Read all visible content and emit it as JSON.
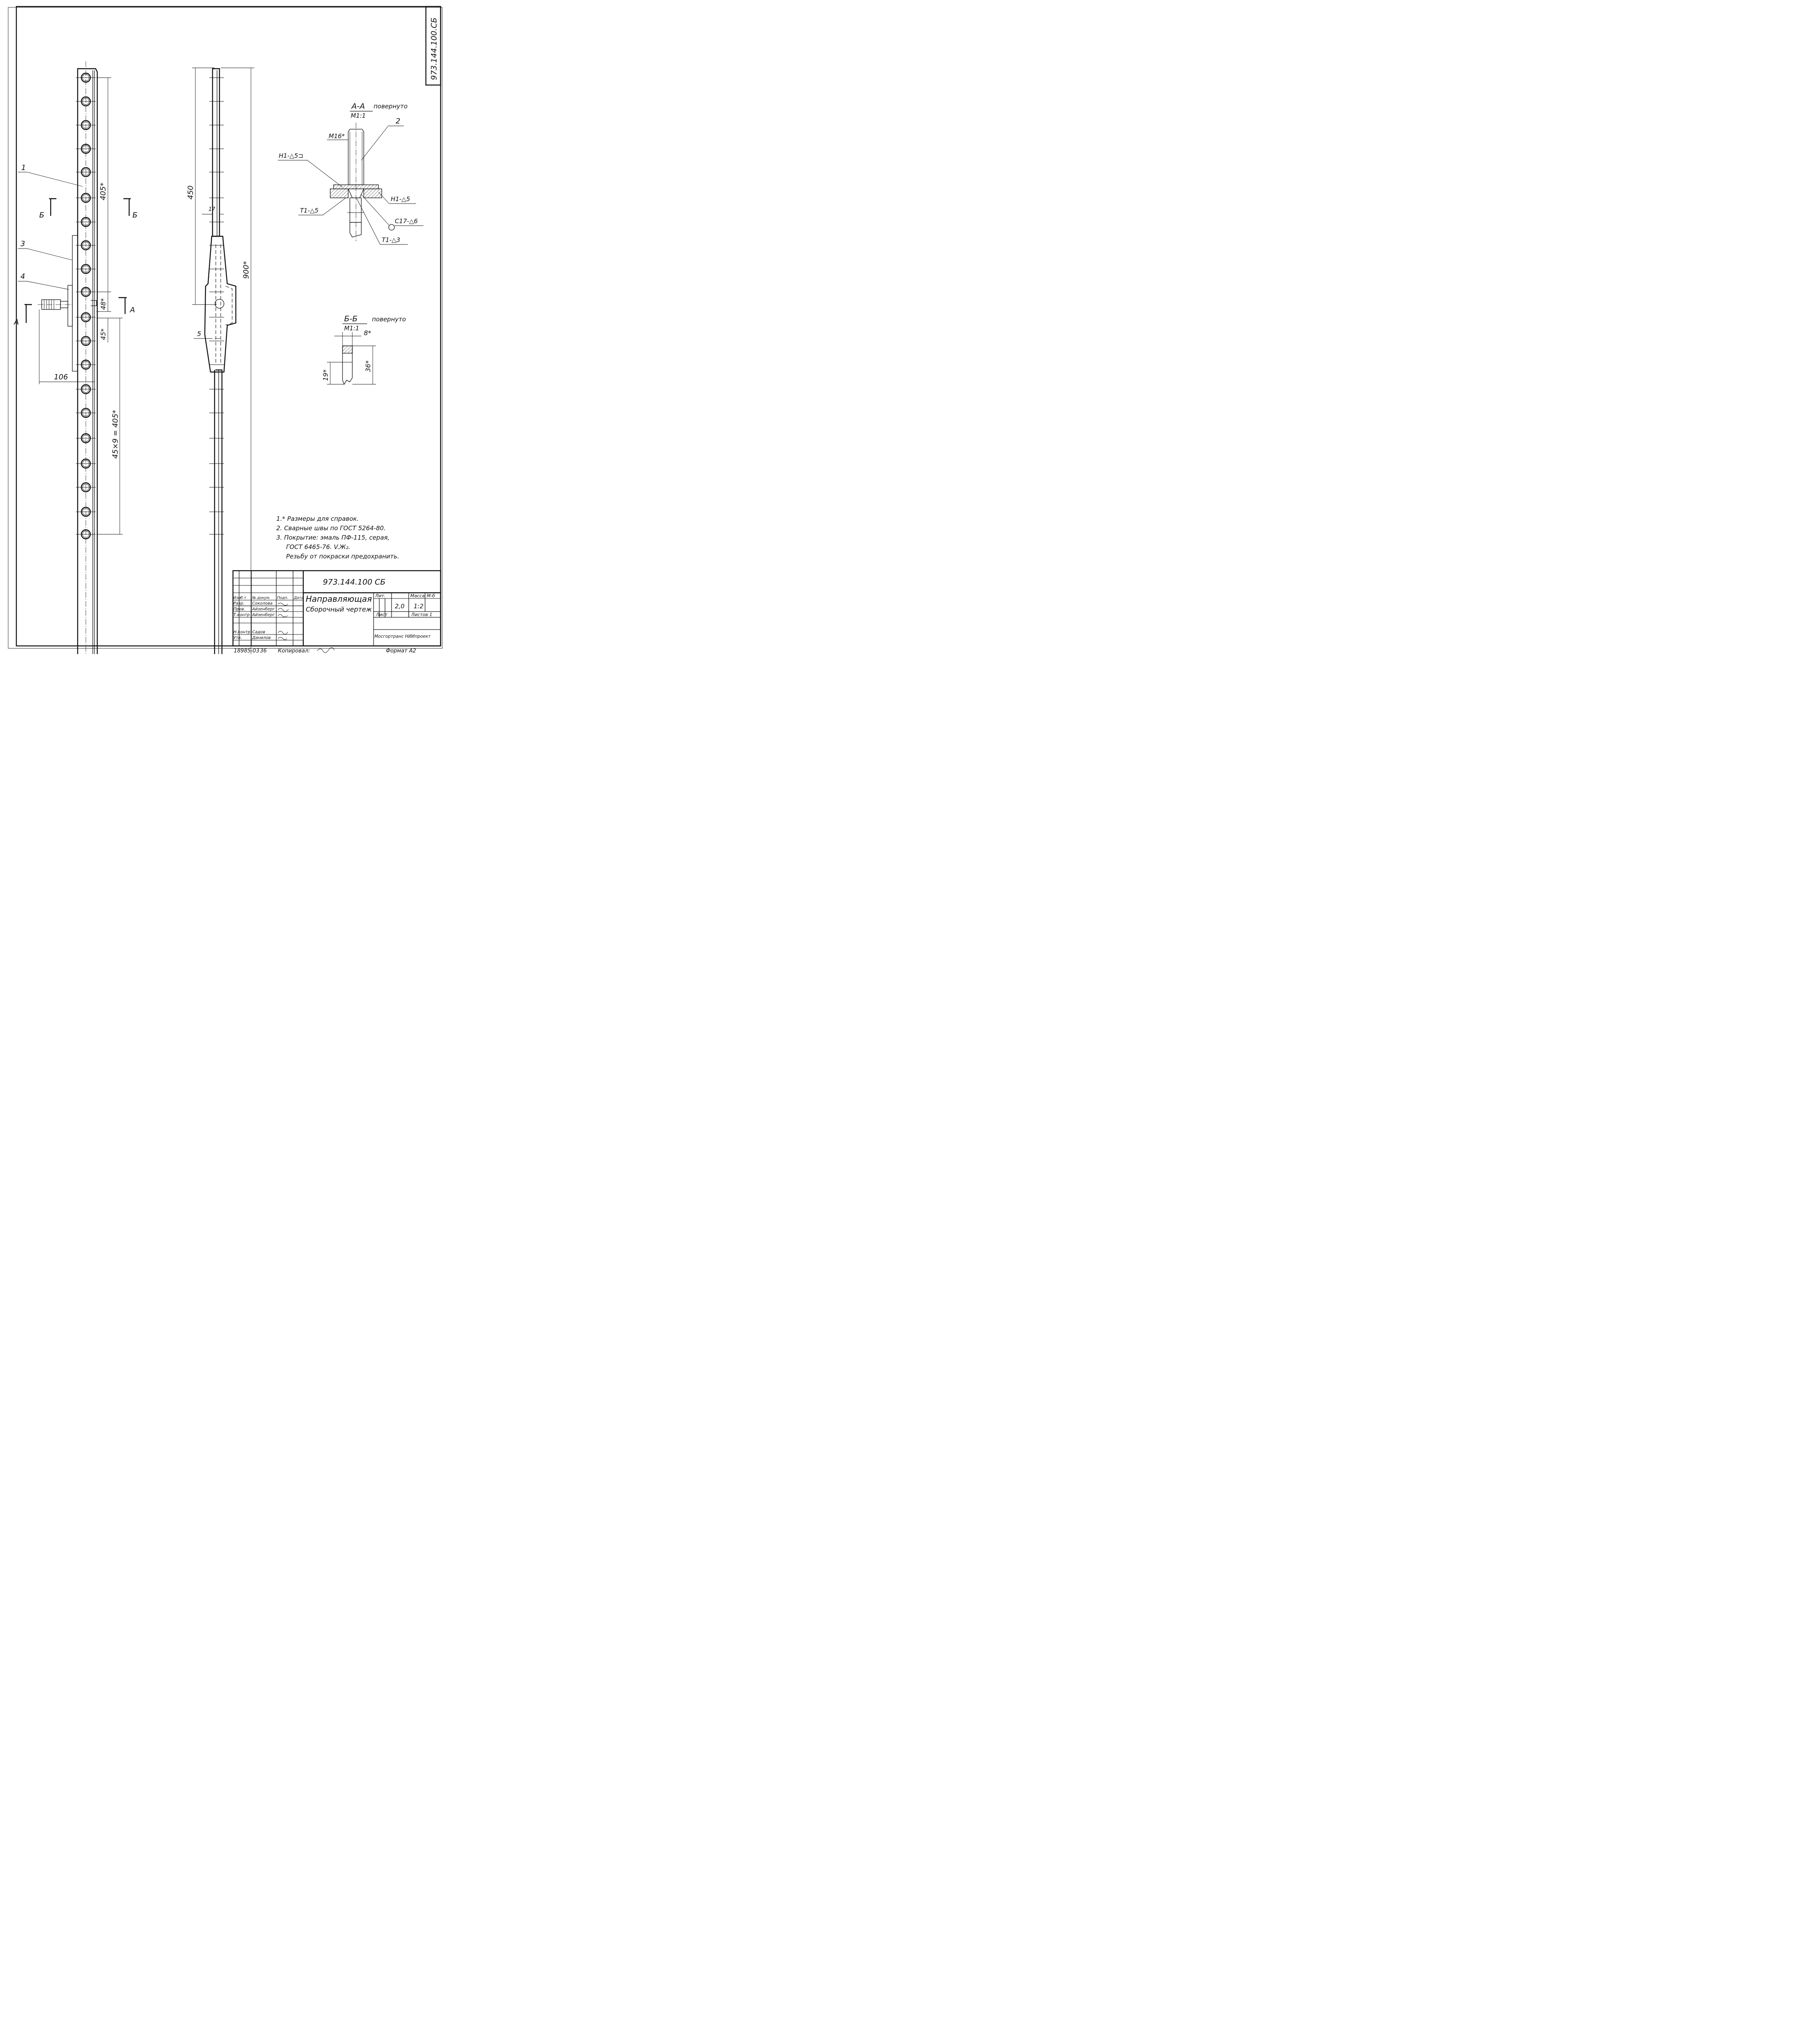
{
  "header": {
    "code_rotated": "973.144.100.СБ"
  },
  "views": {
    "front": {
      "callouts": [
        "1",
        "3",
        "4"
      ],
      "dims": {
        "top_span": "405*",
        "hole_step": "48*",
        "pitch": "45*",
        "lower_span": "45×9 = 405*",
        "offset": "106"
      },
      "section_marks": {
        "b_left": "Б",
        "b_right": "Б",
        "a_left": "А",
        "a_right": "А"
      }
    },
    "side": {
      "dims": {
        "upper": "450",
        "thickness": "17",
        "total": "900*",
        "gap": "5"
      }
    },
    "section_aa": {
      "title": "А-А",
      "title_suffix": "повернуто",
      "scale": "М1:1",
      "callout": "2",
      "labels": {
        "thread": "М16*",
        "weld_top_left": "Н1-△5⊐",
        "weld_right": "Н1-△5",
        "weld_left": "Т1-△5",
        "weld_circle": "С17-△6",
        "weld_bottom": "Т1-△3"
      }
    },
    "section_bb": {
      "title": "Б-Б",
      "title_suffix": "повернуто",
      "scale": "М1:1",
      "dims": {
        "width": "8*",
        "height": "36*",
        "lower": "19*"
      }
    }
  },
  "notes": [
    "1.* Размеры для справок.",
    "2. Сварные швы по ГОСТ 5264-80.",
    "3. Покрытие: эмаль ПФ-115, серая,",
    "ГОСТ 6465-76. V.Ж₂.",
    "Резьбу от покраски предохранить."
  ],
  "title_block": {
    "designation": "973.144.100 СБ",
    "name_line1": "Направляющая",
    "name_line2": "Сборочный чертеж",
    "col_headers": [
      "Лит.",
      "Масса",
      "М-б"
    ],
    "mass": "2,0",
    "scale": "1:2",
    "sheet": "Лист",
    "sheets": "Листов 1",
    "org": "Мосгортранс НИИпроект",
    "row_headers": [
      "Изм.",
      "Л-т",
      "№ докум.",
      "Подп.",
      "Дата"
    ],
    "rows": [
      {
        "role": "Разр.",
        "name": "Соколова"
      },
      {
        "role": "Пров.",
        "name": "Айзенберг"
      },
      {
        "role": "Т.контр",
        "name": "Айзенберг"
      },
      {
        "role": "Н.контр.",
        "name": "Садов"
      },
      {
        "role": "Утв.",
        "name": "Данилов"
      }
    ]
  },
  "footer": {
    "number": "18985-03",
    "page": "36",
    "copied_label": "Копировал:",
    "format": "Формат А2"
  }
}
